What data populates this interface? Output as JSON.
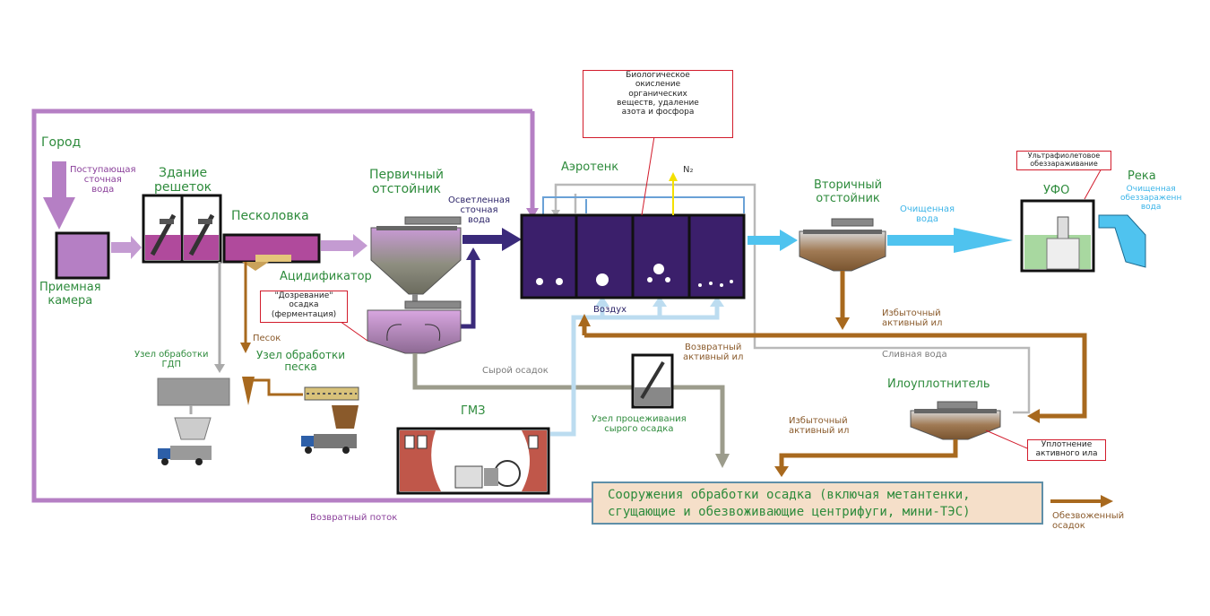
{
  "labels": {
    "city": "Город",
    "incoming_water": "Поступающая\nсточная\nвода",
    "screen_building": "Здание\nрешеток",
    "sand_trap": "Песколовка",
    "receiving_chamber": "Приемная\nкамера",
    "primary_clarifier": "Первичный\nотстойник",
    "clarified_water": "Осветленная\nсточная\nвода",
    "acidifier": "Ацидификатор",
    "maturation_note": "\"Дозревание\"\nосадка\n(ферментация)",
    "aerotank": "Аэротенк",
    "bio_oxidation_note": "Биологическое\nокисление\nорганических\nвеществ, удаление\nазота и фосфора",
    "n2": "N₂",
    "secondary_clarifier": "Вторичный\nотстойник",
    "purified_water": "Очищенная\nвода",
    "uv_note": "Ультрафиолетовое\nобеззараживание",
    "uv": "УФО",
    "river": "Река",
    "purified_water_river": "Очищенная\nобеззараженн\nвода",
    "air": "Воздух",
    "excess_sludge_1": "Избыточный\nактивный ил",
    "return_sludge": "Возвратный\nактивный ил",
    "drain_water": "Сливная вода",
    "thickener": "Илоуплотнитель",
    "thickening_note": "Уплотнение\nактивного ила",
    "excess_sludge_2": "Избыточный\nактивный ил",
    "raw_sludge": "Сырой осадок",
    "straining_unit": "Узел процеживания\nсырого осадка",
    "gmz": "ГМЗ",
    "sand": "Песок",
    "sand_unit": "Узел обработки\nпеска",
    "gdp_unit": "Узел обработки\nГДП",
    "sludge_treatment": "Сооружения обработки осадка (включая метантенки,\nсгущающие и обезвоживающие центрифуги, мини-ТЭС)",
    "dewatered_sludge": "Обезвоженный\nосадок",
    "return_flow": "Возвратный поток"
  },
  "colors": {
    "purple_flow": "#b57fc4",
    "brown_flow": "#a8691e",
    "navy_flow": "#3a2a7a",
    "cyan_flow": "#4fc3ef",
    "gray_flow": "#9c9c9c",
    "tank_fill": "#3b1f6b",
    "note_border": "#d21c2c",
    "label_green": "#2e8b3c"
  }
}
